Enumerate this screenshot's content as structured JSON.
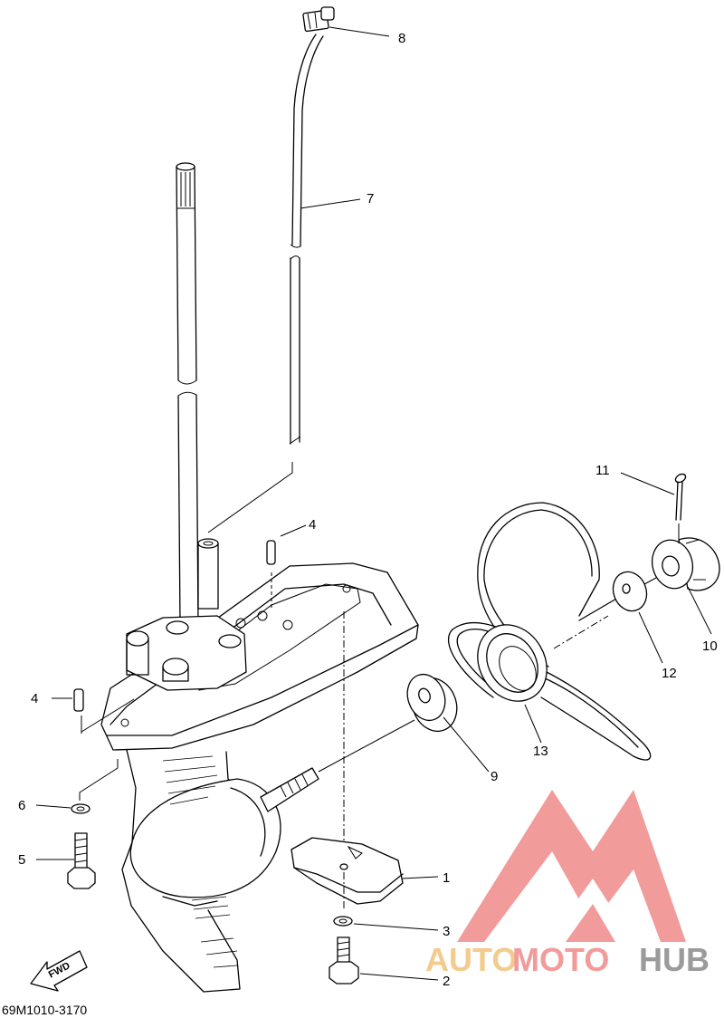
{
  "diagram": {
    "part_code": "69M1010-3170",
    "fwd_label": "FWD",
    "callouts": [
      {
        "id": "c1",
        "label": "1"
      },
      {
        "id": "c2",
        "label": "2"
      },
      {
        "id": "c3",
        "label": "3"
      },
      {
        "id": "c4a",
        "label": "4"
      },
      {
        "id": "c4b",
        "label": "4"
      },
      {
        "id": "c5",
        "label": "5"
      },
      {
        "id": "c6",
        "label": "6"
      },
      {
        "id": "c7",
        "label": "7"
      },
      {
        "id": "c8",
        "label": "8"
      },
      {
        "id": "c9",
        "label": "9"
      },
      {
        "id": "c10",
        "label": "10"
      },
      {
        "id": "c11",
        "label": "11"
      },
      {
        "id": "c12",
        "label": "12"
      },
      {
        "id": "c13",
        "label": "13"
      }
    ]
  },
  "watermark": {
    "text_a": "AUTO",
    "text_b": "MOTO",
    "text_c": "HUB",
    "color_primary": "#f08a8a",
    "color_accent": "#f2c27a",
    "color_dark": "#8a8a8a"
  }
}
